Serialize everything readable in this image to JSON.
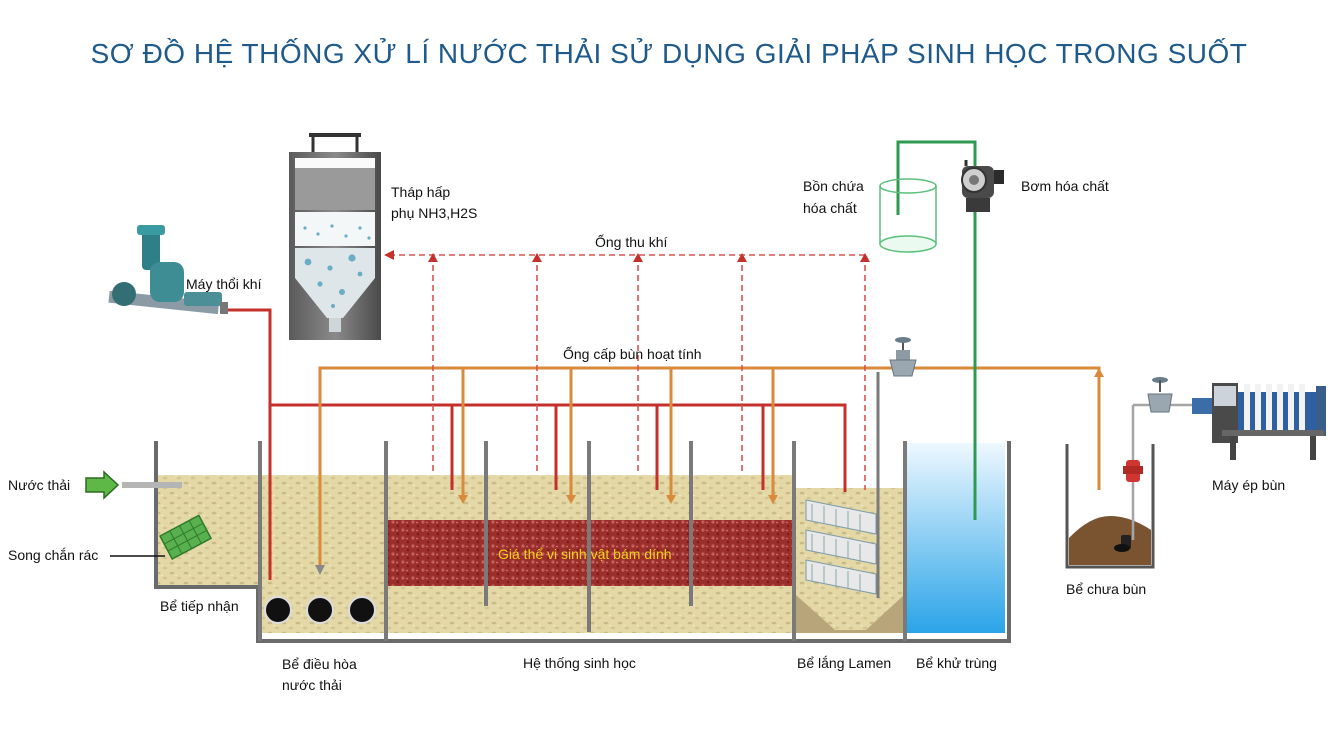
{
  "title": "SƠ ĐỒ HỆ THỐNG XỬ LÍ NƯỚC THẢI SỬ DỤNG GIẢI PHÁP SINH HỌC TRONG SUỐT",
  "labels": {
    "thap_hap_1": "Tháp hấp",
    "thap_hap_2": "phụ NH3,H2S",
    "may_thoi_khi": "Máy thổi khí",
    "bon_chua_1": "Bồn chứa",
    "bon_chua_2": "hóa chất",
    "bom_hoa_chat": "Bơm hóa chất",
    "ong_thu_khi": "Ống thu khí",
    "ong_cap_bun": "Ống cấp bùn hoạt tính",
    "nuoc_thai": "Nước thải",
    "song_chan_rac": "Song chắn rác",
    "be_tiep_nhan": "Bể tiếp nhận",
    "be_dieu_hoa_1": "Bể điều hòa",
    "be_dieu_hoa_2": "nước thải",
    "he_thong_sinh_hoc": "Hệ thống sinh học",
    "be_lang_lamen": "Bể lắng Lamen",
    "be_khu_trung": "Bể khử trùng",
    "be_chua_bun": "Bể chưa bùn",
    "may_ep_bun": "Máy ép bùn",
    "gia_the": "Giá thể vi sinh vật bám dính"
  },
  "colors": {
    "title": "#1f5a8c",
    "air_pipe": "#c4302b",
    "sludge_pipe": "#d98a3a",
    "chemical_pipe": "#2e9a4f",
    "gas_pipe": "#d9534f",
    "water": "#e3d8a6",
    "media": "#9c2f2c",
    "disinfection": "#4fb3e8"
  }
}
